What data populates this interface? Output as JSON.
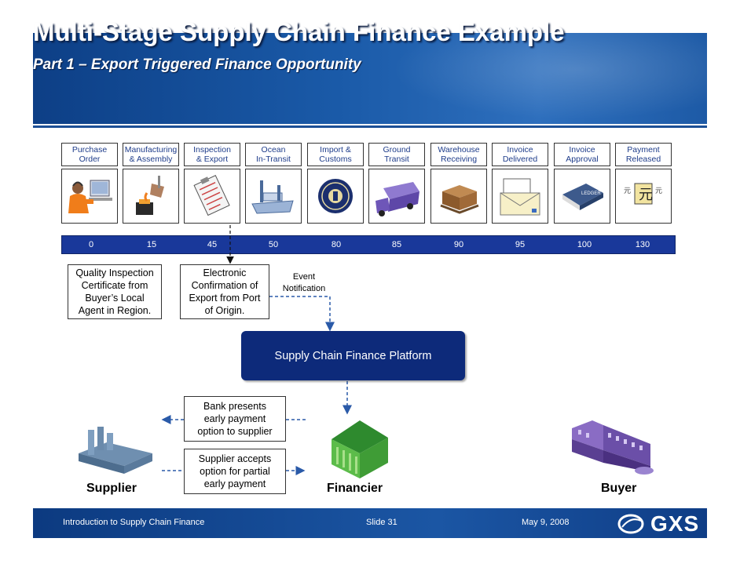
{
  "header": {
    "title": "Multi-Stage Supply Chain Finance Example",
    "subtitle": "Part 1 – Export Triggered Finance Opportunity"
  },
  "stages": [
    {
      "label": "Purchase\nOrder",
      "icon": "call-center-agent-icon"
    },
    {
      "label": "Manufacturing\n& Assembly",
      "icon": "foundry-ladle-icon"
    },
    {
      "label": "Inspection\n& Export",
      "icon": "clipboard-checklist-icon"
    },
    {
      "label": "Ocean\nIn-Transit",
      "icon": "cargo-ship-icon"
    },
    {
      "label": "Import &\nCustoms",
      "icon": "customs-seal-icon"
    },
    {
      "label": "Ground\nTransit",
      "icon": "truck-icon"
    },
    {
      "label": "Warehouse\nReceiving",
      "icon": "pallet-boxes-icon"
    },
    {
      "label": "Invoice\nDelivered",
      "icon": "envelope-icon"
    },
    {
      "label": "Invoice\nApproval",
      "icon": "ledger-book-icon"
    },
    {
      "label": "Payment\nReleased",
      "icon": "yuan-coins-icon"
    }
  ],
  "timeline": [
    "0",
    "15",
    "45",
    "50",
    "80",
    "85",
    "90",
    "95",
    "100",
    "130"
  ],
  "notes": {
    "quality": "Quality Inspection\nCertificate from\nBuyer’s Local\nAgent in Region.",
    "electronic": "Electronic\nConfirmation of\nExport from Port\nof Origin.",
    "event": "Event\nNotification",
    "platform": "Supply Chain Finance Platform",
    "bank_presents": "Bank presents\nearly payment\noption to supplier",
    "supplier_accepts": "Supplier accepts\noption for partial\nearly payment"
  },
  "parties": {
    "supplier": "Supplier",
    "financier": "Financier",
    "buyer": "Buyer"
  },
  "footer": {
    "left": "Introduction to Supply Chain Finance",
    "slide": "Slide 31",
    "date": "May 9, 2008",
    "logo": "GXS"
  },
  "colors": {
    "banner": "#1a5aa8",
    "timeline": "#19389a",
    "platform": "#0d2a7a",
    "arrow": "#2a5aa8"
  }
}
